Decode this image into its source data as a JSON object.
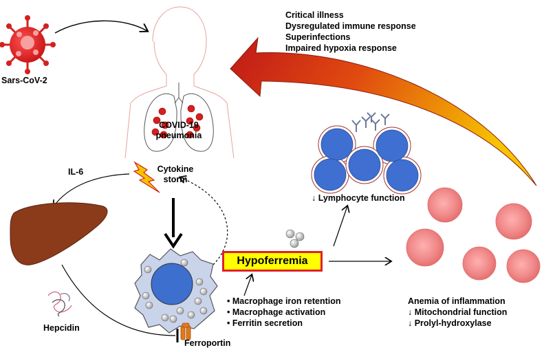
{
  "labels": {
    "virus": "Sars-CoV-2",
    "pneumonia_line1": "COVID-19",
    "pneumonia_line2": "pneumonia",
    "il6": "IL-6",
    "cytokine_line1": "Cytokine",
    "cytokine_line2": "storm",
    "hepcidin": "Hepcidin",
    "ferroportin": "Ferroportin",
    "hypoferremia": "Hypoferremia",
    "lymphocyte": "↓ Lymphocyte function"
  },
  "critical_effects": [
    "Critical illness",
    "Dysregulated immune response",
    "Superinfections",
    "Impaired hypoxia response"
  ],
  "macrophage_effects": [
    "• Macrophage iron retention",
    "• Macrophage activation",
    "• Ferritin secretion"
  ],
  "anemia": {
    "title": "Anemia of inflammation",
    "items": [
      "↓ Mitochondrial function",
      "↓ Prolyl-hydroxylase"
    ]
  },
  "colors": {
    "virus": "#e02020",
    "liver": "#8b3a1a",
    "lymphocyte": "#3f6fd0",
    "rbc": "#f08a8a",
    "macrophage": "#c9d3ea",
    "nucleus": "#3d6fcf",
    "big_arrow_start": "#c01818",
    "big_arrow_end": "#f7c400",
    "hypo_fill": "#ffff00",
    "hypo_border": "#e0202a",
    "ferroportin": "#e07a1a",
    "lightning": "#f5c400"
  },
  "icons": {
    "virus": "virus-icon",
    "lungs": "lungs-icon",
    "liver": "liver-icon",
    "macrophage": "macrophage-icon",
    "lightning": "lightning-icon",
    "hepcidin": "hepcidin-protein-icon"
  }
}
